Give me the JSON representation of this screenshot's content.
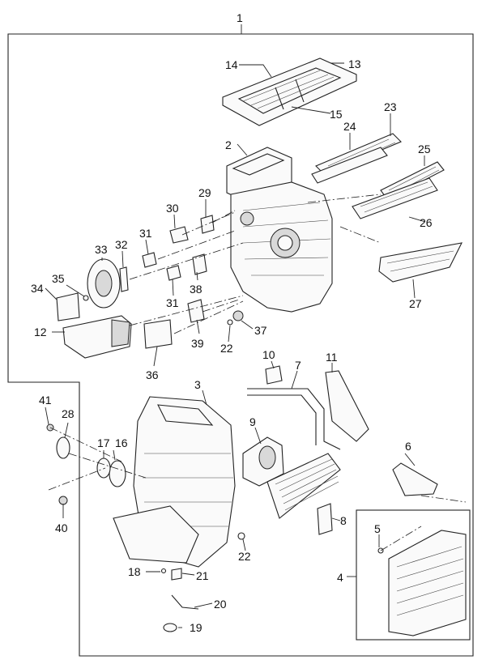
{
  "callouts": {
    "c1": "1",
    "c2": "2",
    "c3": "3",
    "c4": "4",
    "c5": "5",
    "c6": "6",
    "c7": "7",
    "c8": "8",
    "c9": "9",
    "c10": "10",
    "c11": "11",
    "c12": "12",
    "c13": "13",
    "c14": "14",
    "c15": "15",
    "c16": "16",
    "c17": "17",
    "c18": "18",
    "c19": "19",
    "c20": "20",
    "c21": "21",
    "c22a": "22",
    "c22b": "22",
    "c23": "23",
    "c24": "24",
    "c25": "25",
    "c26": "26",
    "c27": "27",
    "c28": "28",
    "c29": "29",
    "c30": "30",
    "c31a": "31",
    "c31b": "31",
    "c32": "32",
    "c33": "33",
    "c34": "34",
    "c35": "35",
    "c36": "36",
    "c37": "37",
    "c38": "38",
    "c39": "39",
    "c40": "40",
    "c41": "41"
  }
}
